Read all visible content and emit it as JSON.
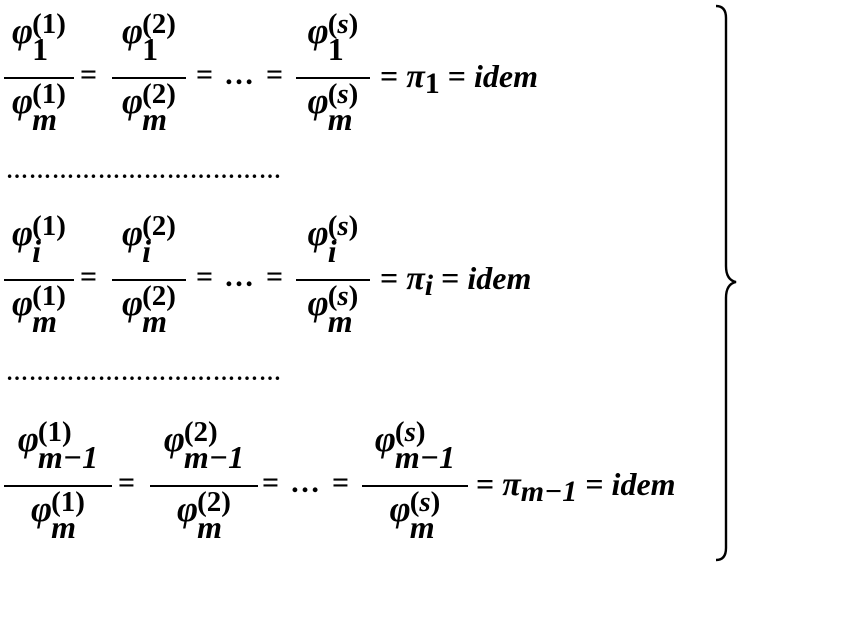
{
  "phi": "φ",
  "sup_1": "(1)",
  "sup_2": "(2)",
  "sup_s_open": "(",
  "sup_s": "s",
  "sup_s_close": ")",
  "m": "m",
  "equals": "=",
  "ellipsis": "…",
  "pi": "π",
  "idem": "idem",
  "row1": {
    "sub": "1",
    "pi_sub": "1"
  },
  "row2": {
    "sub": "i",
    "pi_sub": "i"
  },
  "row3": {
    "sub": "m−1",
    "pi_sub": "m−1"
  },
  "dotted_line": "………………………………"
}
